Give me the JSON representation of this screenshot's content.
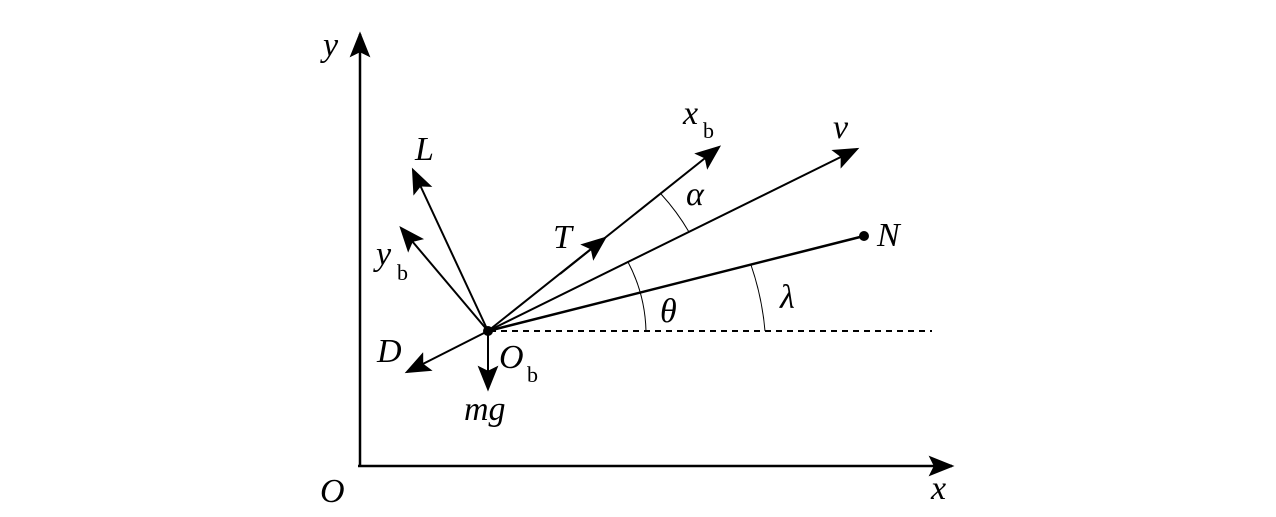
{
  "labels": {
    "y_axis": "y",
    "x_axis": "x",
    "origin": "O",
    "L": "L",
    "yb_main": "y",
    "yb_sub": "b",
    "xb_main": "x",
    "xb_sub": "b",
    "v": "v",
    "T": "T",
    "alpha": "α",
    "N": "N",
    "theta": "θ",
    "lambda": "λ",
    "D": "D",
    "Ob_main": "O",
    "Ob_sub": "b",
    "mg": "mg"
  },
  "style": {
    "stroke": "#000000",
    "background": "#ffffff"
  }
}
